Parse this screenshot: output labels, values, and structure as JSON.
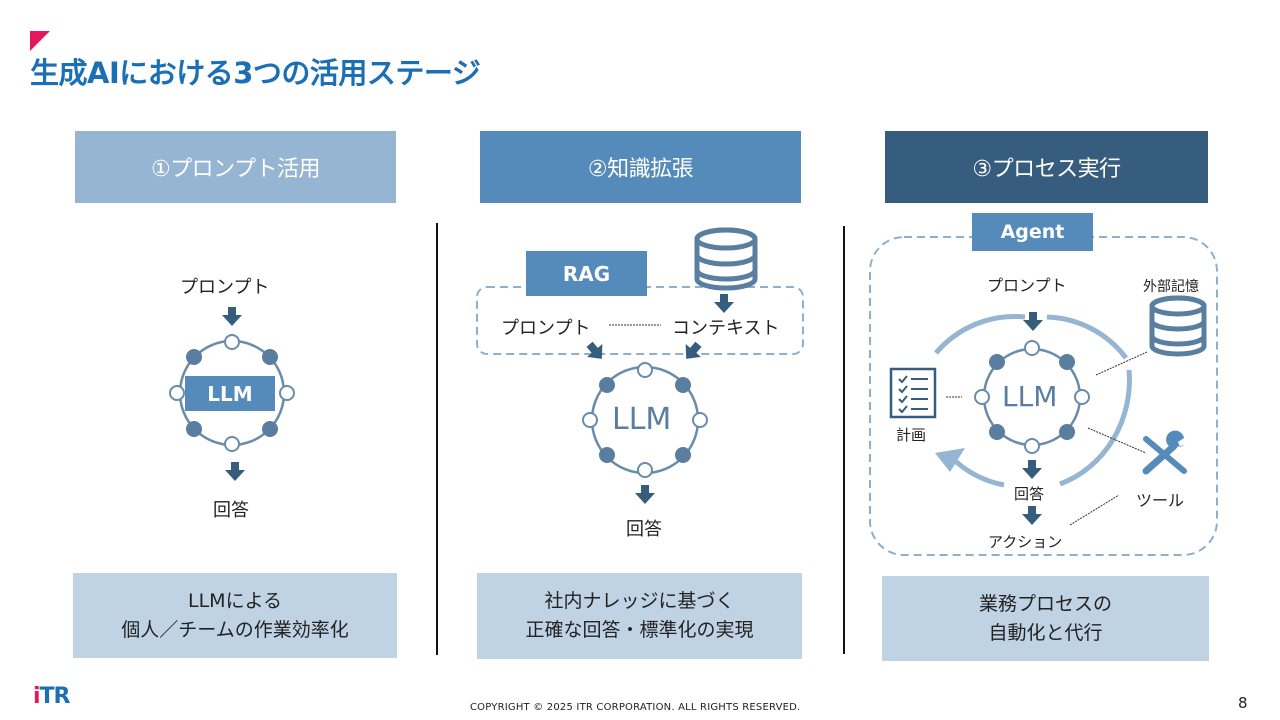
{
  "slide": {
    "title": "生成AIにおける3つの活用ステージ",
    "page_number": "8",
    "copyright": "COPYRIGHT © 2025 ITR CORPORATION. ALL RIGHTS RESERVED.",
    "logo": {
      "i": "i",
      "rest": "TR"
    }
  },
  "colors": {
    "accent_pink": "#e6185c",
    "title_blue": "#1a6fb5",
    "stage1": "#95b5d2",
    "stage2": "#558bbb",
    "stage3": "#365d7d",
    "footer_box": "#c0d3e4",
    "node_dark": "#5a7e9f"
  },
  "stages": [
    {
      "header": "①プロンプト活用",
      "diagram": {
        "input": "プロンプト",
        "core": "LLM",
        "output": "回答"
      },
      "summary": [
        "LLMによる",
        "個人／チームの作業効率化"
      ]
    },
    {
      "header": "②知識拡張",
      "diagram": {
        "tag": "RAG",
        "input": "プロンプト",
        "context": "コンテキスト",
        "core": "LLM",
        "output": "回答"
      },
      "summary": [
        "社内ナレッジに基づく",
        "正確な回答・標準化の実現"
      ]
    },
    {
      "header": "③プロセス実行",
      "diagram": {
        "tag": "Agent",
        "input": "プロンプト",
        "core": "LLM",
        "output": "回答",
        "action": "アクション",
        "plan": "計画",
        "memory": "外部記憶",
        "tool": "ツール"
      },
      "summary": [
        "業務プロセスの",
        "自動化と代行"
      ]
    }
  ]
}
